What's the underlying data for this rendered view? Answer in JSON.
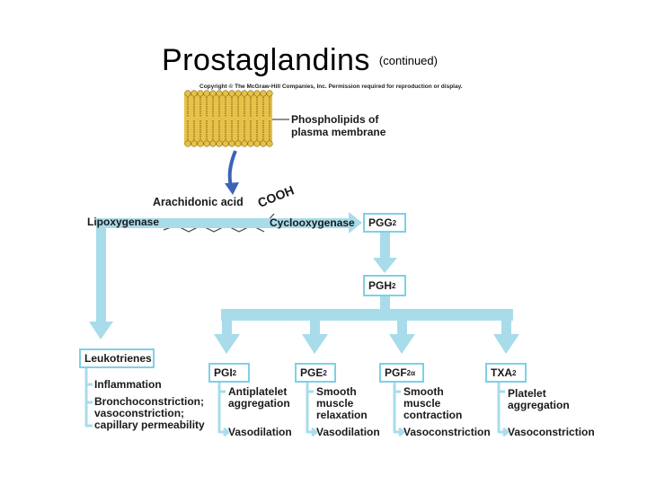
{
  "title": "Prostaglandins",
  "title_note": "(continued)",
  "copyright": "Copyright © The McGraw-Hill Companies, Inc. Permission required for reproduction or display.",
  "membrane_label_1": "Phospholipids of",
  "membrane_label_2": "plasma membrane",
  "arachidonic_acid": "Arachidonic acid",
  "cooh": "COOH",
  "lipoxygenase": "Lipoxygenase",
  "cyclooxygenase": "Cyclooxygenase",
  "pgg2": {
    "base": "PGG",
    "sub": "2"
  },
  "pgh2": {
    "base": "PGH",
    "sub": "2"
  },
  "leukotrienes": {
    "label": "Leukotrienes",
    "effects": [
      "Inflammation",
      "Bronchoconstriction;",
      "vasoconstriction;",
      "capillary permeability"
    ]
  },
  "products": [
    {
      "base": "PGI",
      "sub": "2",
      "effect_1": "Antiplatelet",
      "effect_2": "aggregation",
      "effect_3": "",
      "vascular": "Vasodilation"
    },
    {
      "base": "PGE",
      "sub": "2",
      "effect_1": "Smooth",
      "effect_2": "muscle",
      "effect_3": "relaxation",
      "vascular": "Vasodilation"
    },
    {
      "base": "PGF",
      "sub": "2α",
      "effect_1": "Smooth",
      "effect_2": "muscle",
      "effect_3": "contraction",
      "vascular": "Vasoconstriction"
    },
    {
      "base": "TXA",
      "sub": "2",
      "effect_1": "Platelet",
      "effect_2": "aggregation",
      "effect_3": "",
      "vascular": "Vasoconstriction"
    }
  ],
  "colors": {
    "arrow": "#a8dcea",
    "membrane": "#e6c24a",
    "membrane_dark": "#8a6a10",
    "curved_arrow": "#3d63b8"
  }
}
